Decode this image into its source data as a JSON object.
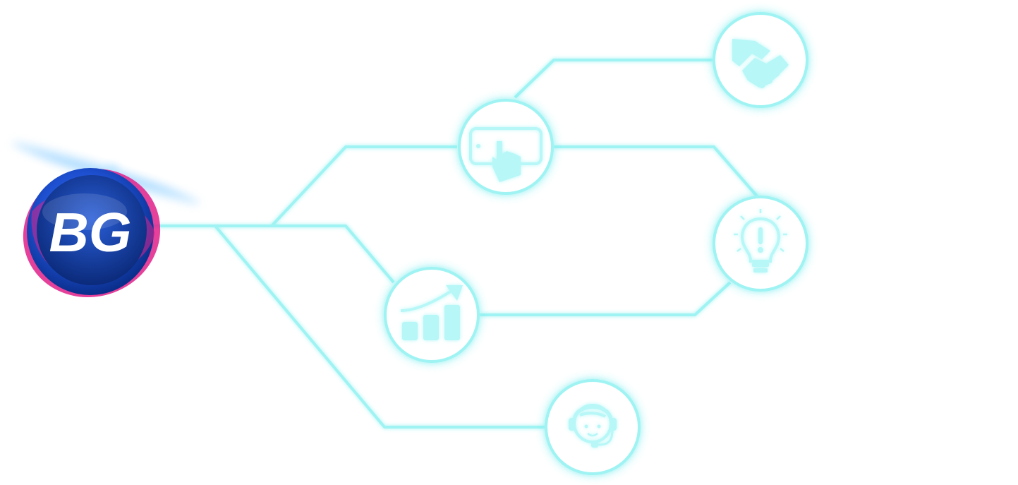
{
  "logo": {
    "text": "BG",
    "colors": {
      "outer_blue": "#1d4fd0",
      "inner_blue": "#0a2e8a",
      "magenta": "#e0208a",
      "glow": "#7fc8ff"
    }
  },
  "theme": {
    "line_color": "#9ff3f3",
    "glow_color": "#5ee8ec",
    "icon_color": "#c8fbfb",
    "background": "#ffffff"
  },
  "nodes": [
    {
      "id": "handshake",
      "icon": "handshake-icon"
    },
    {
      "id": "mobile-touch",
      "icon": "tablet-touch-icon"
    },
    {
      "id": "idea",
      "icon": "lightbulb-icon"
    },
    {
      "id": "growth",
      "icon": "growth-chart-icon"
    },
    {
      "id": "support",
      "icon": "headset-support-icon"
    }
  ]
}
